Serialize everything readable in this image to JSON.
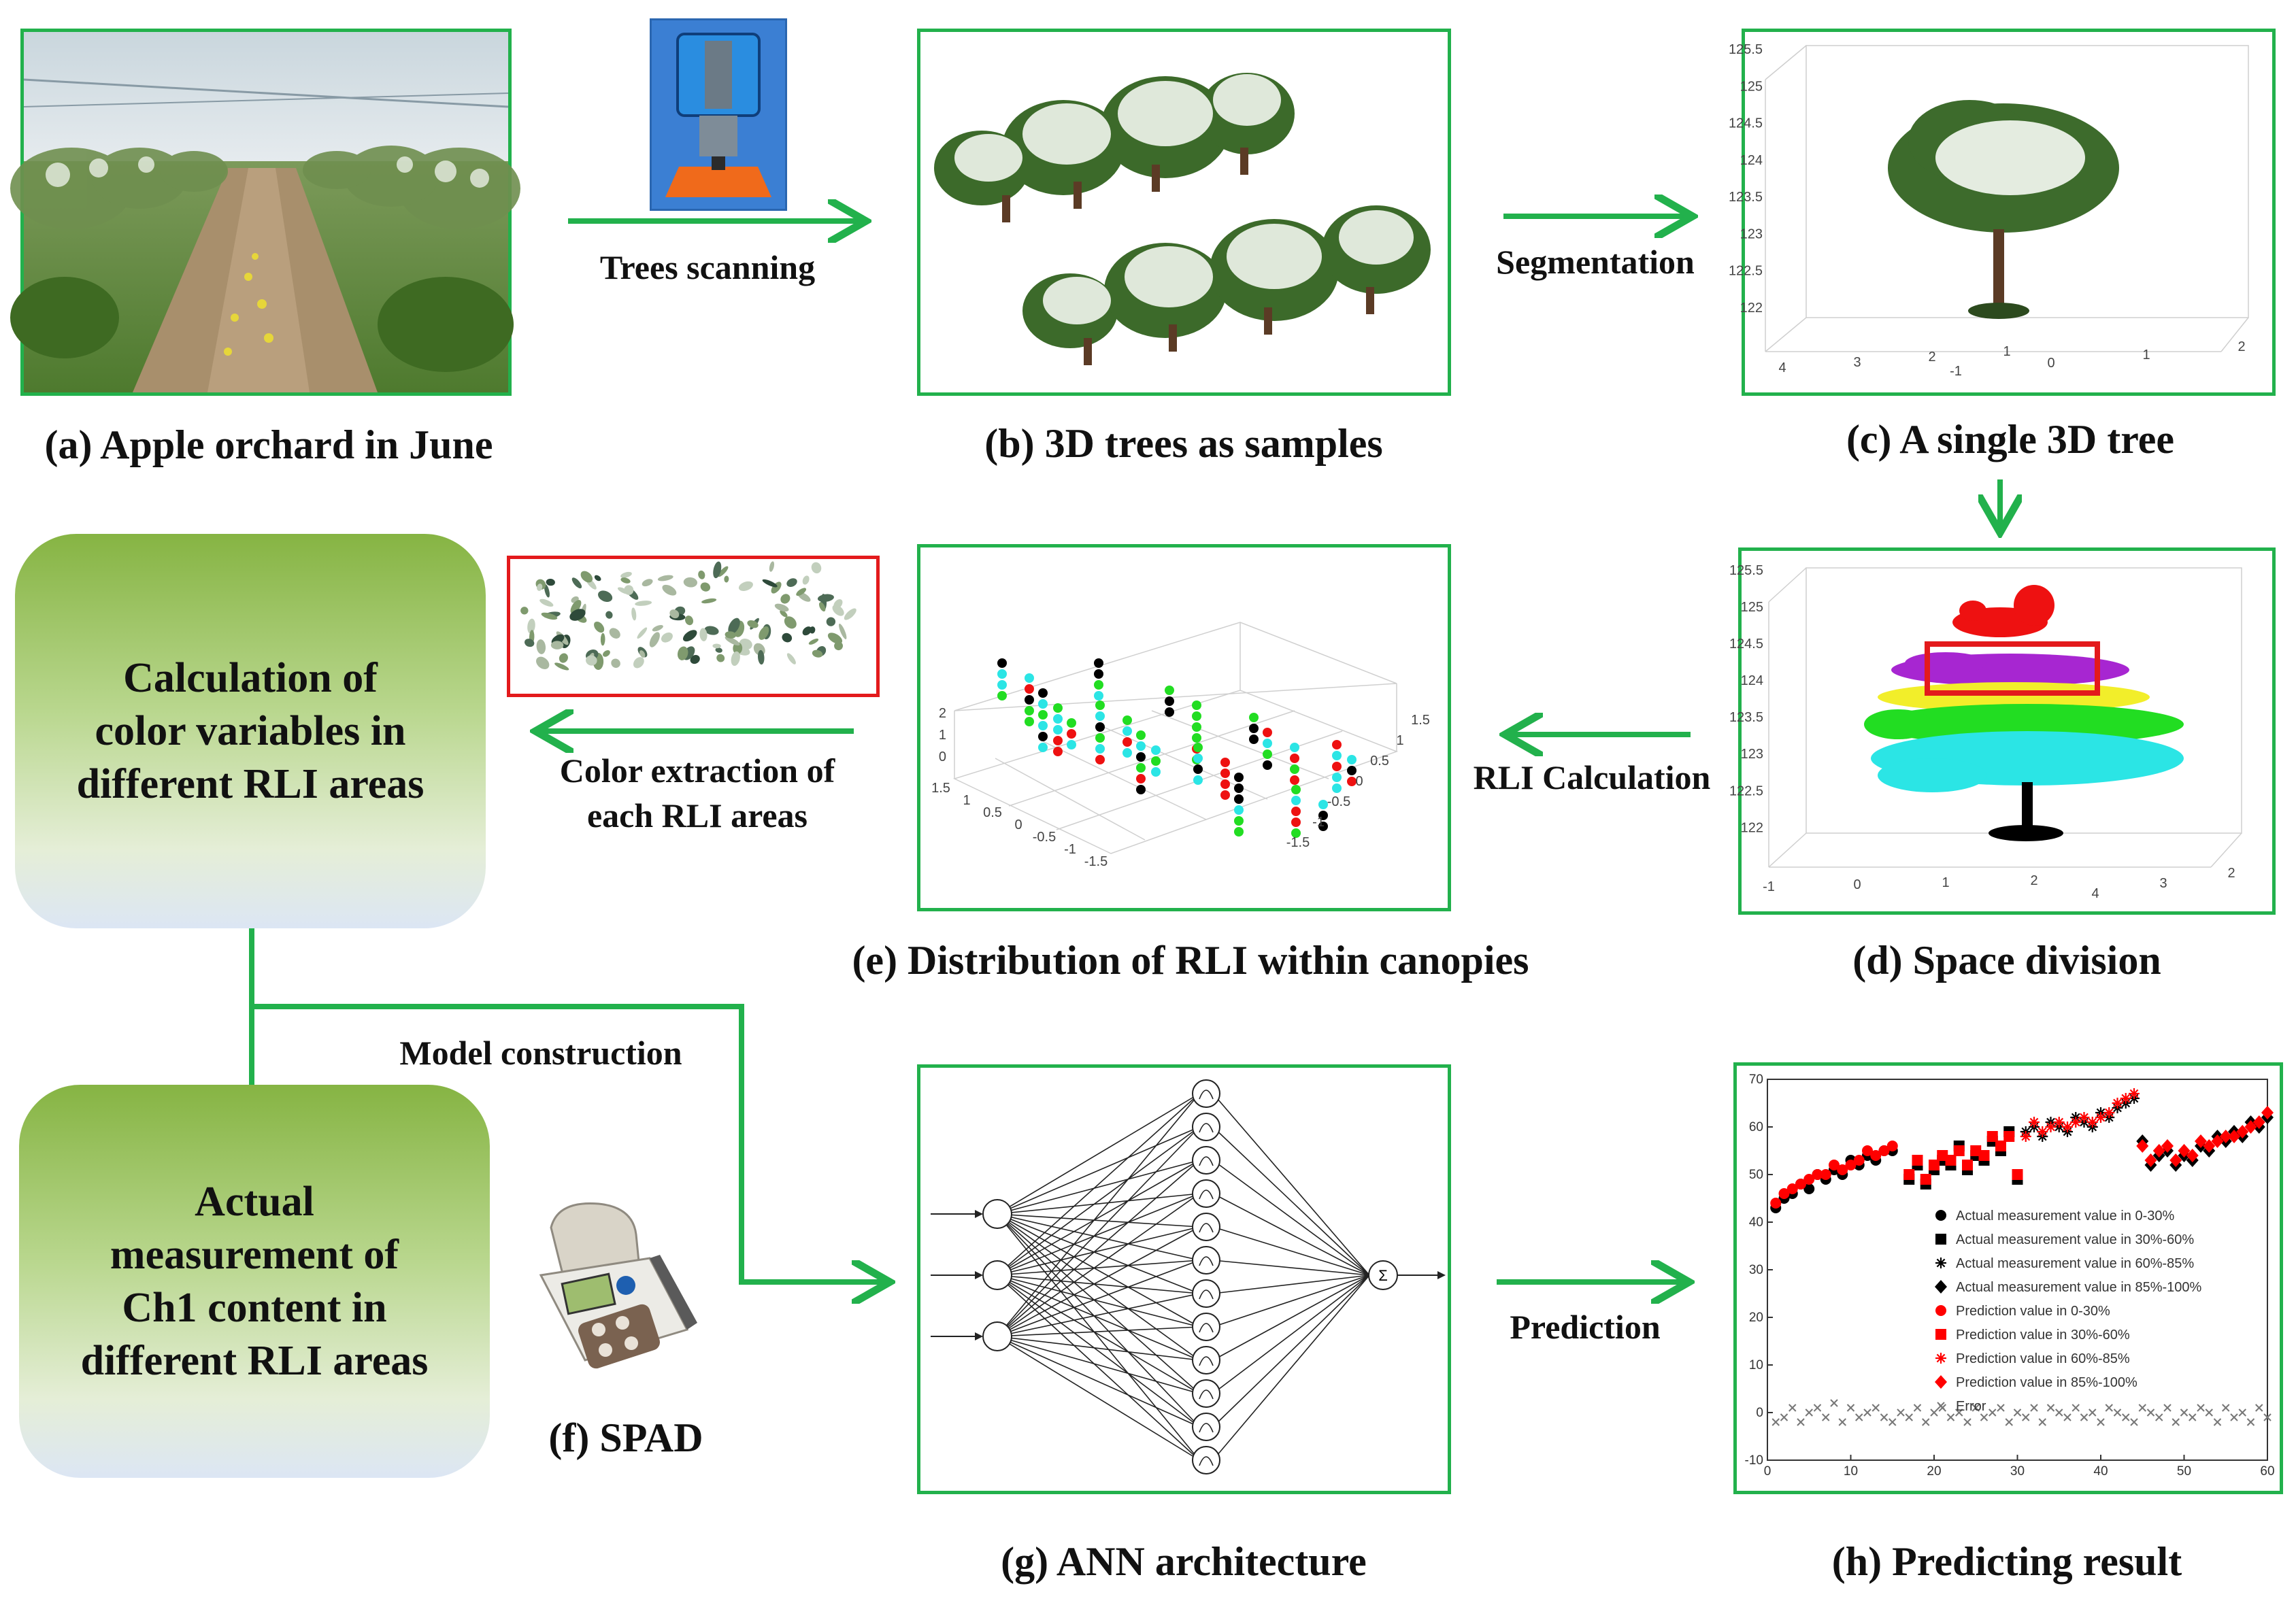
{
  "panels": {
    "a": {
      "caption": "(a) Apple orchard in June"
    },
    "b": {
      "caption": "(b) 3D trees as samples"
    },
    "c": {
      "caption": "(c) A single 3D tree",
      "z_ticks": [
        "125.5",
        "125",
        "124.5",
        "124",
        "123.5",
        "123",
        "122.5",
        "122"
      ],
      "x_ticks": [
        "4",
        "3",
        "2",
        "1"
      ],
      "y_ticks": [
        "-1",
        "0",
        "1",
        "2"
      ]
    },
    "d": {
      "caption": "(d) Space division",
      "z_ticks": [
        "125.5",
        "125",
        "124.5",
        "124",
        "123.5",
        "123",
        "122.5",
        "122"
      ],
      "x_ticks": [
        "-1",
        "0",
        "1",
        "2"
      ],
      "y_ticks": [
        "4",
        "3",
        "2"
      ]
    },
    "e": {
      "caption": "(e) Distribution of RLI within canopies",
      "z_ticks": [
        "2",
        "1",
        "0"
      ],
      "left_ticks": [
        "1.5",
        "1",
        "0.5",
        "0",
        "-0.5",
        "-1",
        "-1.5"
      ],
      "right_ticks": [
        "1.5",
        "1",
        "0.5",
        "0",
        "-0.5",
        "-1",
        "-1.5"
      ]
    },
    "f": {
      "caption": "(f) SPAD"
    },
    "g": {
      "caption": "(g) ANN architecture",
      "sum_symbol": "Σ"
    },
    "h": {
      "caption": "(h) Predicting result"
    }
  },
  "arrows": {
    "scan": "Trees scanning",
    "segmentation": "Segmentation",
    "rli": "RLI Calculation",
    "color": "Color extraction of\neach RLI areas",
    "model": "Model construction",
    "prediction": "Prediction"
  },
  "boxes": {
    "calc": "Calculation of\ncolor variables in\ndifferent RLI areas",
    "measure": "Actual\nmeasurement of\nCh1 content in\ndifferent RLI areas"
  },
  "colors": {
    "frame": "#22b14c",
    "highlight": "#e31a1c",
    "arrow": "#22b14c"
  },
  "chart_data": {
    "type": "scatter",
    "ylim": [
      -10,
      70
    ],
    "xlim": [
      0,
      60
    ],
    "x_ticks": [
      0,
      10,
      20,
      30,
      40,
      50,
      60
    ],
    "y_ticks": [
      -10,
      0,
      10,
      20,
      30,
      40,
      50,
      60,
      70
    ],
    "legend_position": "center-right",
    "legend": [
      "Actual measurement value in 0-30%",
      "Actual measurement value in 30%-60%",
      "Actual measurement value in 60%-85%",
      "Actual measurement value in 85%-100%",
      "Prediction value in 0-30%",
      "Prediction value in 30%-60%",
      "Prediction value in 60%-85%",
      "Prediction value in 85%-100%",
      "Error"
    ],
    "series": [
      {
        "name": "Actual measurement value in 0-30%",
        "marker": "circle",
        "color": "#000000",
        "x": [
          1,
          2,
          3,
          4,
          5,
          6,
          7,
          8,
          9,
          10,
          11,
          12,
          13,
          14,
          15
        ],
        "y": [
          43,
          45,
          46,
          48,
          47,
          50,
          49,
          51,
          50,
          53,
          52,
          54,
          53,
          55,
          55
        ]
      },
      {
        "name": "Actual measurement value in 30%-60%",
        "marker": "square",
        "color": "#000000",
        "x": [
          17,
          18,
          19,
          20,
          21,
          22,
          23,
          24,
          25,
          26,
          27,
          28,
          29,
          30
        ],
        "y": [
          49,
          52,
          48,
          51,
          53,
          52,
          56,
          51,
          54,
          53,
          57,
          55,
          59,
          49
        ]
      },
      {
        "name": "Actual measurement value in 60%-85%",
        "marker": "star",
        "color": "#000000",
        "x": [
          31,
          32,
          33,
          34,
          35,
          36,
          37,
          38,
          39,
          40,
          41,
          42,
          43,
          44
        ],
        "y": [
          59,
          60,
          58,
          61,
          60,
          59,
          62,
          61,
          60,
          63,
          62,
          64,
          65,
          66
        ]
      },
      {
        "name": "Actual measurement value in 85%-100%",
        "marker": "diamond",
        "color": "#000000",
        "x": [
          45,
          46,
          47,
          48,
          49,
          50,
          51,
          52,
          53,
          54,
          55,
          56,
          57,
          58,
          59,
          60
        ],
        "y": [
          57,
          52,
          54,
          55,
          52,
          54,
          53,
          56,
          55,
          58,
          57,
          59,
          58,
          61,
          60,
          62
        ]
      },
      {
        "name": "Prediction value in 0-30%",
        "marker": "circle",
        "color": "#ff0000",
        "x": [
          1,
          2,
          3,
          4,
          5,
          6,
          7,
          8,
          9,
          10,
          11,
          12,
          13,
          14,
          15
        ],
        "y": [
          44,
          46,
          47,
          48,
          49,
          50,
          50,
          52,
          51,
          52,
          53,
          55,
          54,
          55,
          56
        ]
      },
      {
        "name": "Prediction value in 30%-60%",
        "marker": "square",
        "color": "#ff0000",
        "x": [
          17,
          18,
          19,
          20,
          21,
          22,
          23,
          24,
          25,
          26,
          27,
          28,
          29,
          30
        ],
        "y": [
          50,
          53,
          49,
          52,
          54,
          53,
          55,
          52,
          55,
          54,
          58,
          56,
          58,
          50
        ]
      },
      {
        "name": "Prediction value in 60%-85%",
        "marker": "star",
        "color": "#ff0000",
        "x": [
          31,
          32,
          33,
          34,
          35,
          36,
          37,
          38,
          39,
          40,
          41,
          42,
          43,
          44
        ],
        "y": [
          58,
          61,
          59,
          60,
          61,
          60,
          61,
          62,
          61,
          62,
          63,
          65,
          66,
          67
        ]
      },
      {
        "name": "Prediction value in 85%-100%",
        "marker": "diamond",
        "color": "#ff0000",
        "x": [
          45,
          46,
          47,
          48,
          49,
          50,
          51,
          52,
          53,
          54,
          55,
          56,
          57,
          58,
          59,
          60
        ],
        "y": [
          56,
          53,
          55,
          56,
          53,
          55,
          54,
          57,
          56,
          57,
          58,
          58,
          59,
          60,
          61,
          63
        ]
      },
      {
        "name": "Error",
        "marker": "x",
        "color": "#777777",
        "x": [
          1,
          2,
          3,
          4,
          5,
          6,
          7,
          8,
          9,
          10,
          11,
          12,
          13,
          14,
          15,
          16,
          17,
          18,
          19,
          20,
          21,
          22,
          23,
          24,
          25,
          26,
          27,
          28,
          29,
          30,
          31,
          32,
          33,
          34,
          35,
          36,
          37,
          38,
          39,
          40,
          41,
          42,
          43,
          44,
          45,
          46,
          47,
          48,
          49,
          50,
          51,
          52,
          53,
          54,
          55,
          56,
          57,
          58,
          59,
          60
        ],
        "y": [
          -2,
          -1,
          1,
          -2,
          0,
          1,
          -1,
          2,
          -2,
          1,
          -1,
          0,
          1,
          -1,
          -2,
          0,
          -1,
          1,
          -2,
          0,
          1,
          -1,
          0,
          -2,
          1,
          -1,
          0,
          1,
          -2,
          0,
          -1,
          1,
          -2,
          1,
          0,
          -1,
          1,
          -1,
          0,
          -2,
          1,
          0,
          -1,
          -2,
          1,
          0,
          -1,
          1,
          -2,
          0,
          -1,
          1,
          0,
          -2,
          1,
          -1,
          0,
          -2,
          1,
          -1
        ]
      }
    ]
  }
}
